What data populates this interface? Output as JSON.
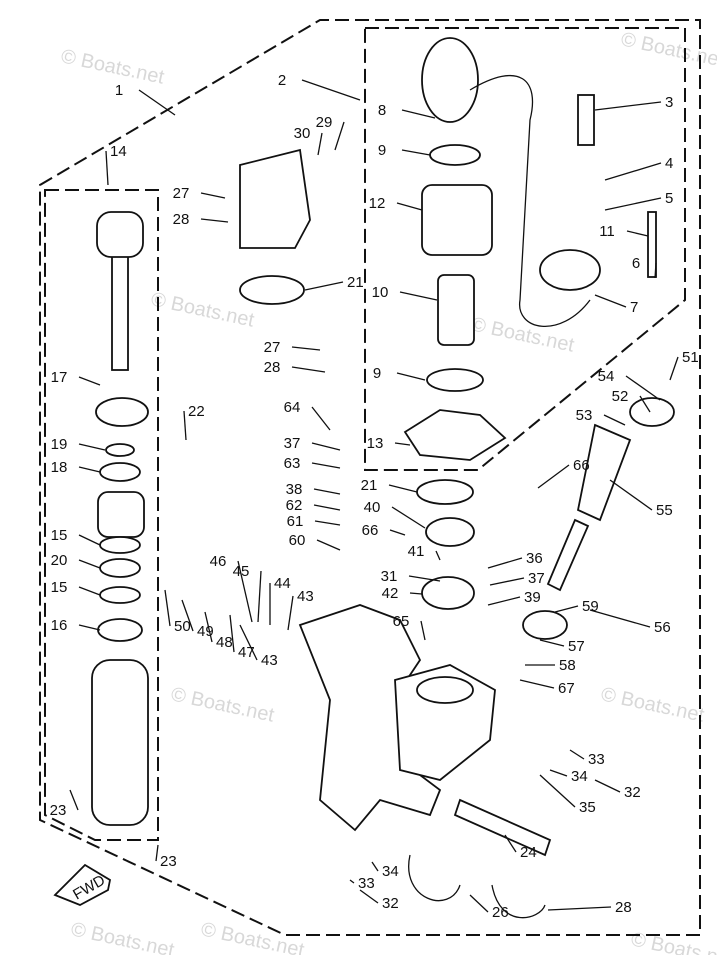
{
  "diagram": {
    "watermark": "© Boats.net",
    "fwd_label": "FWD",
    "callouts": [
      "1",
      "2",
      "3",
      "4",
      "5",
      "6",
      "7",
      "8",
      "9",
      "9",
      "10",
      "11",
      "12",
      "13",
      "14",
      "15",
      "15",
      "16",
      "17",
      "18",
      "19",
      "20",
      "21",
      "21",
      "22",
      "23",
      "23",
      "24",
      "26",
      "27",
      "27",
      "28",
      "28",
      "28",
      "29",
      "30",
      "31",
      "32",
      "32",
      "33",
      "33",
      "34",
      "34",
      "35",
      "36",
      "37",
      "37",
      "38",
      "39",
      "40",
      "41",
      "42",
      "43",
      "43",
      "44",
      "45",
      "46",
      "47",
      "48",
      "49",
      "50",
      "51",
      "52",
      "53",
      "54",
      "55",
      "56",
      "57",
      "58",
      "59",
      "60",
      "61",
      "62",
      "63",
      "64",
      "65",
      "66",
      "66",
      "67"
    ]
  }
}
